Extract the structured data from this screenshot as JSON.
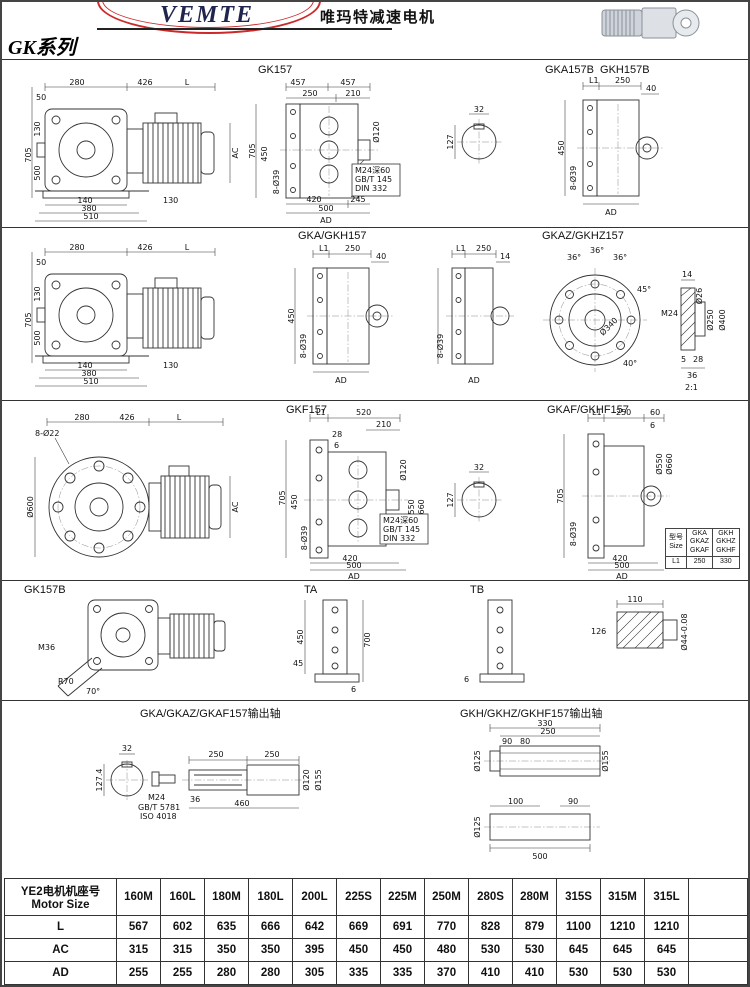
{
  "header": {
    "brand": "VEMTE",
    "brand_cn": "唯玛特减速电机",
    "series": "GK系列"
  },
  "titles": {
    "gk157": "GK157",
    "gka157b": "GKA157B  GKH157B",
    "gka_gkh157": "GKA/GKH157",
    "gkaz": "GKAZ/GKHZ157",
    "gkf157": "GKF157",
    "gkaf": "GKAF/GKHF157",
    "gk157b": "GK157B",
    "ta": "TA",
    "tb": "TB",
    "out_a": "GKA/GKAZ/GKAF157输出轴",
    "out_h": "GKH/GKHZ/GKHF157输出轴"
  },
  "front_view": {
    "d280": "280",
    "d426": "426",
    "dL": "L",
    "d50": "50",
    "d705": "705",
    "d130": "130",
    "d500": "500",
    "d140": "140",
    "d380": "380",
    "d510": "510",
    "d130b": "130",
    "dAC": "AC"
  },
  "gk157_side": {
    "d457a": "457",
    "d457b": "457",
    "d250": "250",
    "d210": "210",
    "d120": "Ø120",
    "d705": "705",
    "d450": "450",
    "holes": "8-Ø39",
    "m24": "M24深60",
    "gbt": "GB/T 145",
    "din": "DIN 332",
    "d420": "420",
    "d245": "245",
    "d500": "500",
    "dAD": "AD"
  },
  "shaft_section": {
    "d32": "32",
    "d127": "127"
  },
  "flange_side": {
    "dL1": "L1",
    "d250": "250",
    "d40": "40",
    "d450": "450",
    "holes": "8-Ø39",
    "dAD": "AD"
  },
  "flange_side_b": {
    "dL1": "L1",
    "d250": "250",
    "d14": "14",
    "holes": "8-Ø39",
    "dAD": "AD"
  },
  "gkaz_flange": {
    "a36a": "36°",
    "a36b": "36°",
    "a36c": "36°",
    "a45": "45°",
    "a40": "40°",
    "d340": "Ø340",
    "m24": "M24",
    "d14": "14",
    "d26": "Ø26",
    "d250": "Ø250",
    "d400": "Ø400",
    "d5": "5",
    "d28": "28",
    "d36": "36",
    "scale": "2:1"
  },
  "gkf_front": {
    "d280": "280",
    "d426": "426",
    "dL": "L",
    "holes": "8-Ø22",
    "d600": "Ø600",
    "dAC": "AC"
  },
  "gkf157_side": {
    "dL1": "L1",
    "d520": "520",
    "d210": "210",
    "d28": "28",
    "d6": "6",
    "d120": "Ø120",
    "d705": "705",
    "d450": "450",
    "holes": "8-Ø39",
    "d550": "Ø550",
    "d660": "Ø660",
    "m24": "M24深60",
    "gbt": "GB/T 145",
    "din": "DIN 332",
    "d420": "420",
    "d500": "500",
    "dAD": "AD"
  },
  "gkaf_side": {
    "dL1": "L1",
    "d250": "250",
    "d60": "60",
    "d6": "6",
    "d705": "705",
    "holes": "8-Ø39",
    "d550": "Ø550",
    "d660": "Ø660",
    "d420": "420",
    "d500": "500",
    "dAD": "AD"
  },
  "size_table": {
    "h1": "型号",
    "h2": "Size",
    "colA": [
      "GKA",
      "GKAZ",
      "GKAF"
    ],
    "colB": [
      "GKH",
      "GKHZ",
      "GKHF"
    ],
    "row_label": "L1",
    "valA": "250",
    "valB": "330"
  },
  "gk157b_view": {
    "m36": "M36",
    "r70": "R70",
    "a70": "70°"
  },
  "ta_view": {
    "d450": "450",
    "d45": "45",
    "d700": "700",
    "d6": "6"
  },
  "tb_view": {
    "d6": "6"
  },
  "shaft_detail": {
    "d110": "110",
    "d126": "126",
    "d44": "Ø44-0.08"
  },
  "out_a_view": {
    "d32": "32",
    "d127": "127.4",
    "m24": "M24",
    "gbt": "GB/T 5781",
    "iso": "ISO 4018",
    "d250a": "250",
    "d250b": "250",
    "d36": "36",
    "d460": "460",
    "d120": "Ø120",
    "d155": "Ø155"
  },
  "out_h_view": {
    "d330": "330",
    "d250": "250",
    "d90a": "90",
    "d80": "80",
    "d125a": "Ø125",
    "d155": "Ø155",
    "d100": "100",
    "d90b": "90",
    "d500": "500",
    "d125b": "Ø125"
  },
  "motor_table": {
    "header_cn": "YE2电机机座号",
    "header_en": "Motor Size",
    "columns": [
      "160M",
      "160L",
      "180M",
      "180L",
      "200L",
      "225S",
      "225M",
      "250M",
      "280S",
      "280M",
      "315S",
      "315M",
      "315L"
    ],
    "rows": [
      {
        "label": "L",
        "values": [
          "567",
          "602",
          "635",
          "666",
          "642",
          "669",
          "691",
          "770",
          "828",
          "879",
          "1100",
          "1210",
          "1210"
        ]
      },
      {
        "label": "AC",
        "values": [
          "315",
          "315",
          "350",
          "350",
          "395",
          "450",
          "450",
          "480",
          "530",
          "530",
          "645",
          "645",
          "645"
        ]
      },
      {
        "label": "AD",
        "values": [
          "255",
          "255",
          "280",
          "280",
          "305",
          "335",
          "335",
          "370",
          "410",
          "410",
          "530",
          "530",
          "530"
        ]
      }
    ]
  }
}
